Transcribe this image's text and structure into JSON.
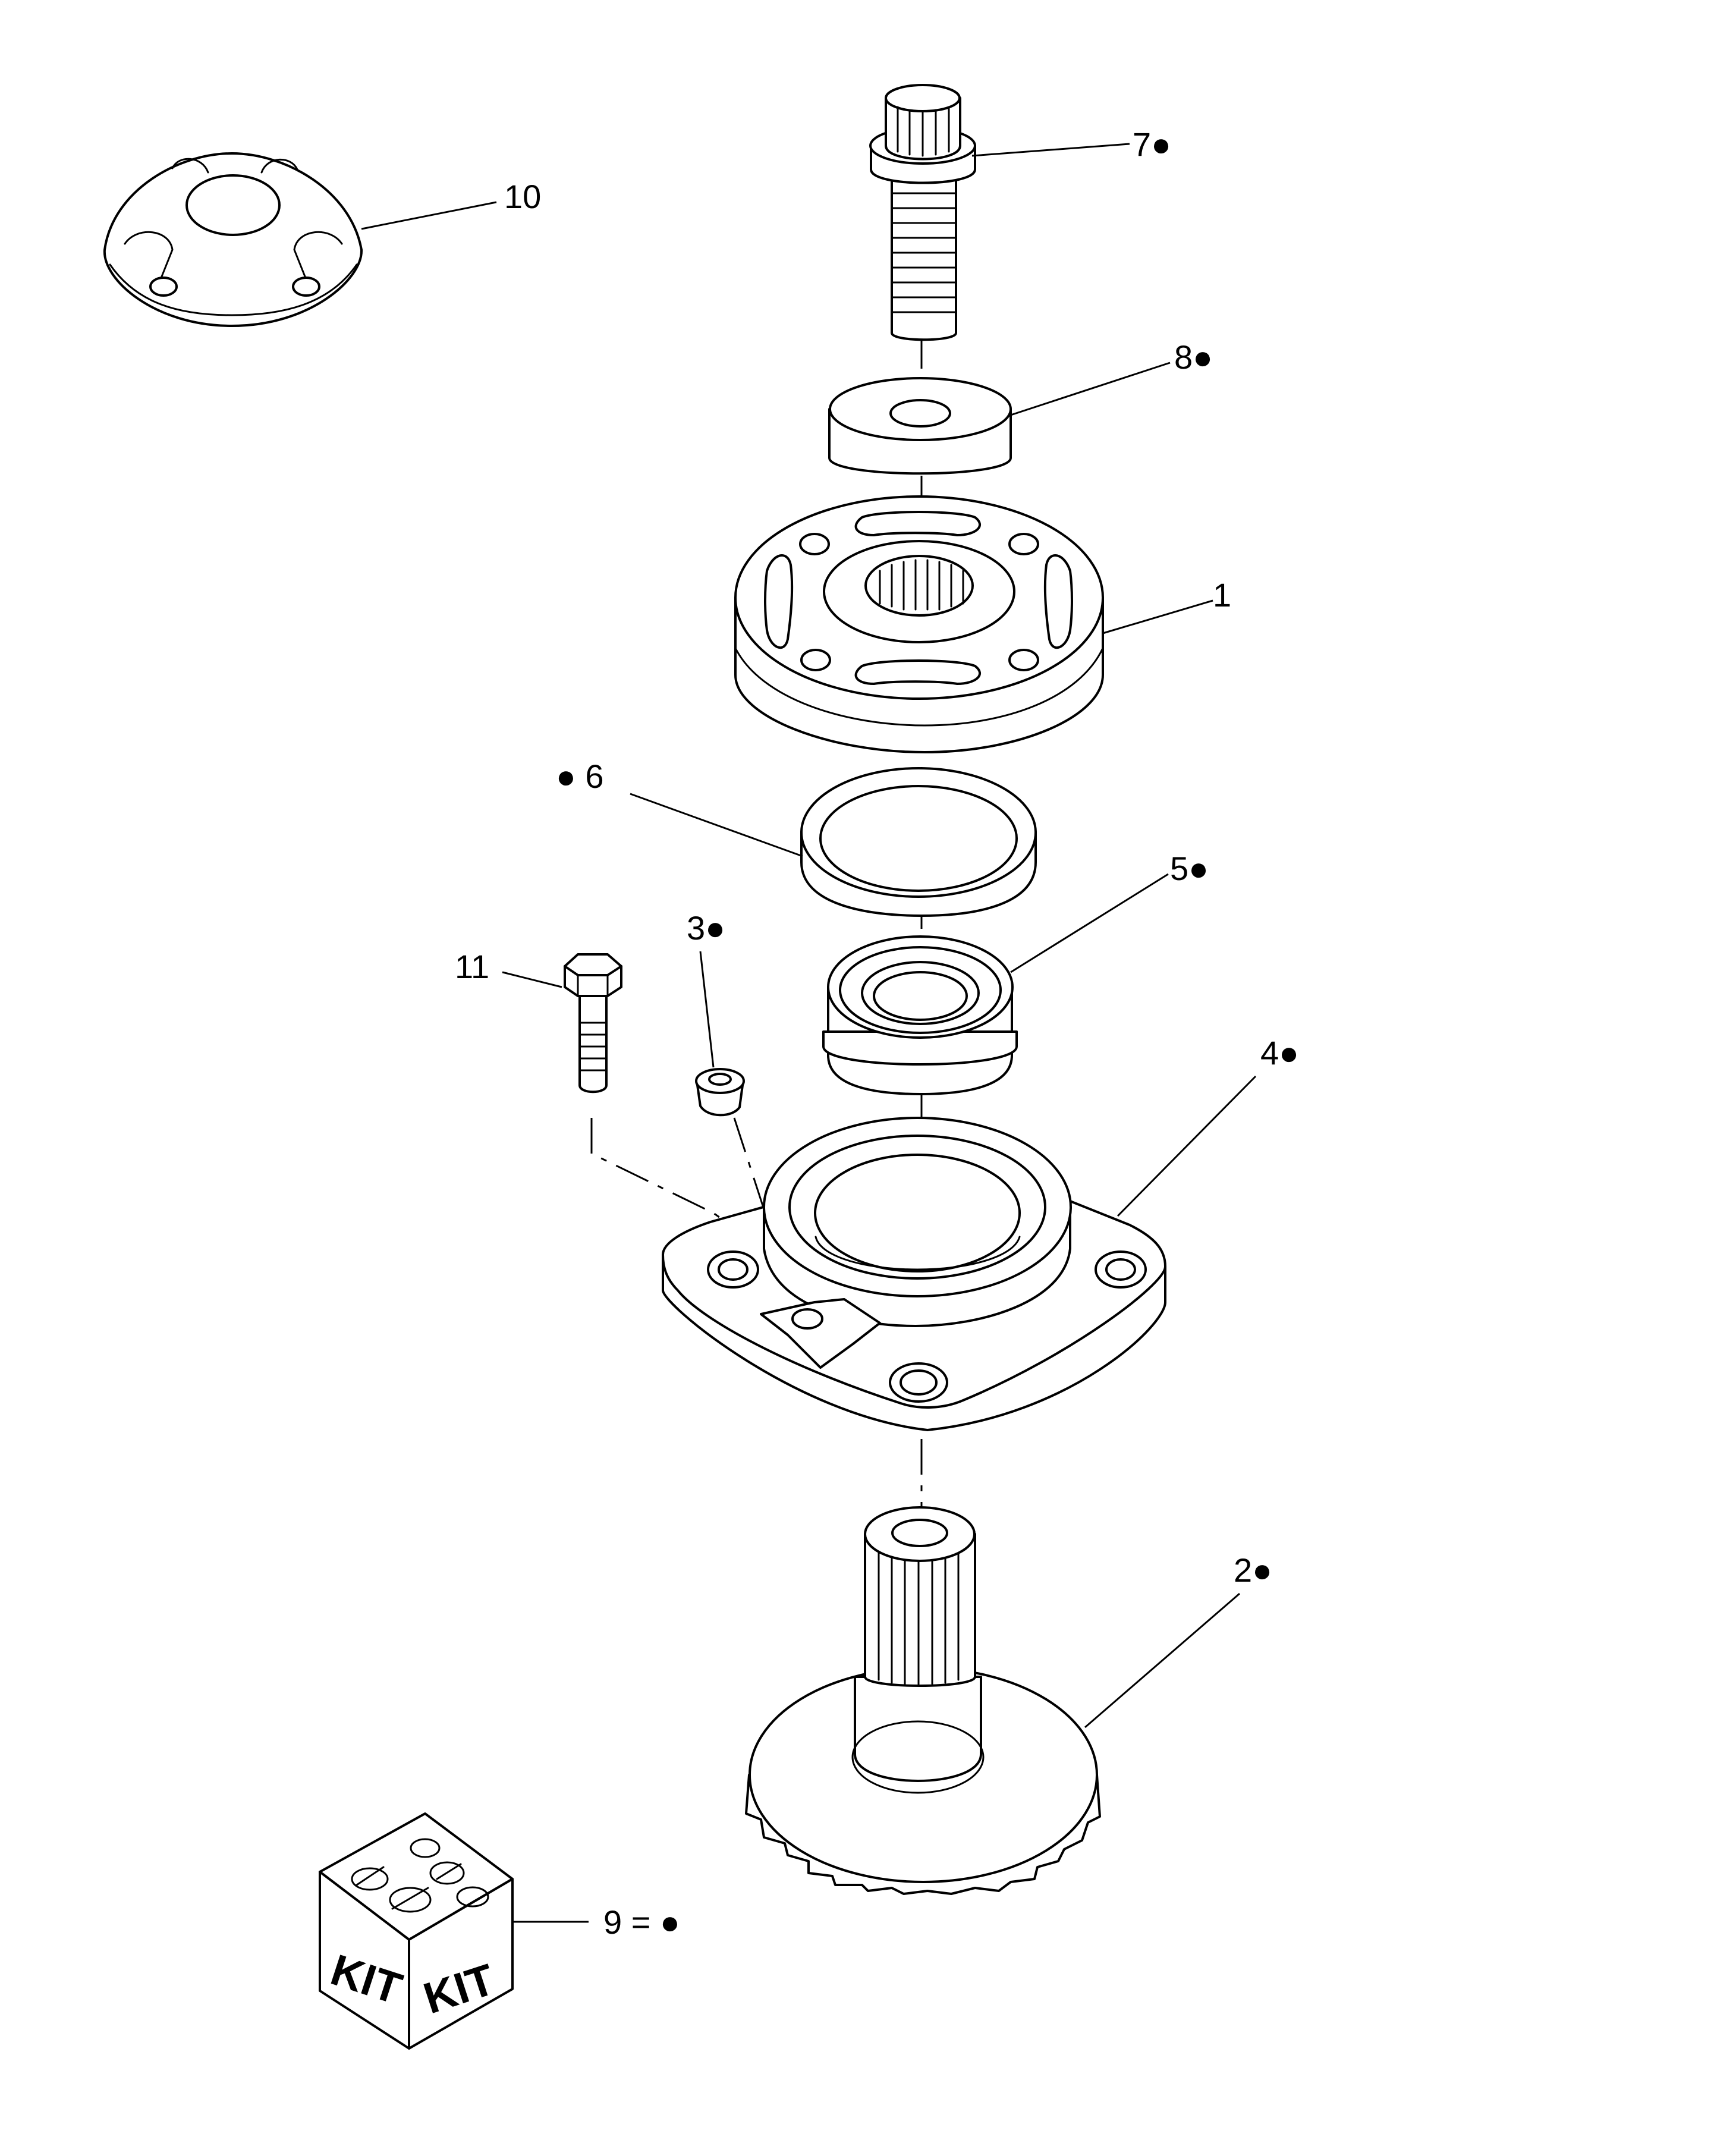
{
  "callouts": [
    {
      "id": "c7",
      "text": "7●"
    },
    {
      "id": "c10",
      "text": "10"
    },
    {
      "id": "c8",
      "text": "8●"
    },
    {
      "id": "c1",
      "text": "1"
    },
    {
      "id": "c6",
      "text": "● 6"
    },
    {
      "id": "c5",
      "text": "5●"
    },
    {
      "id": "c3",
      "text": "3●"
    },
    {
      "id": "c11",
      "text": "11"
    },
    {
      "id": "c4",
      "text": "4●"
    },
    {
      "id": "c2",
      "text": "2●"
    },
    {
      "id": "c9",
      "text": "9 = ●"
    }
  ],
  "kit": {
    "face_left": "KIT",
    "face_right": "KIT"
  }
}
